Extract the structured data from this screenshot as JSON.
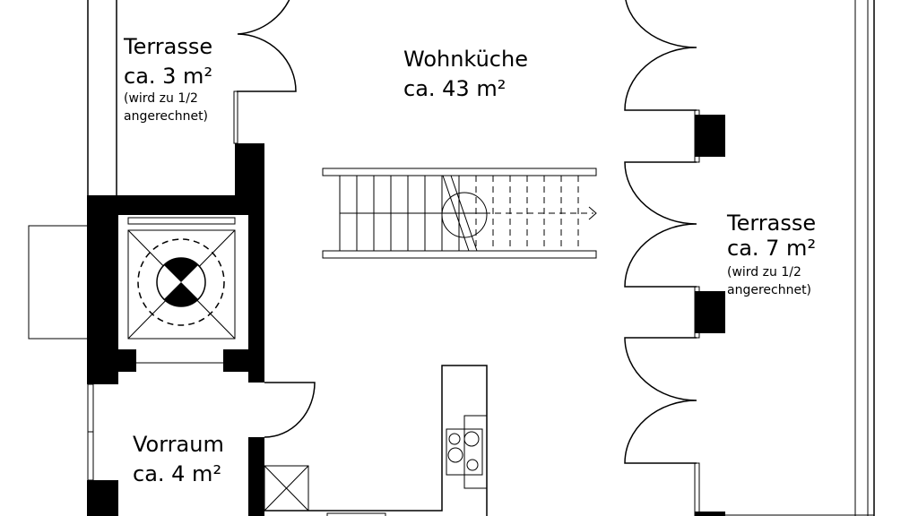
{
  "rooms": {
    "terrace_left": {
      "name": "Terrasse",
      "area": "ca. 3 m²",
      "note_line1": "(wird zu 1/2",
      "note_line2": "angerechnet)"
    },
    "living_kitchen": {
      "name": "Wohnküche",
      "area": "ca. 43 m²"
    },
    "terrace_right": {
      "name": "Terrasse",
      "area": "ca. 7 m²",
      "note_line1": "(wird zu 1/2",
      "note_line2": "angerechnet)"
    },
    "hallway": {
      "name": "Vorraum",
      "area": "ca. 4 m²"
    }
  },
  "colors": {
    "wall": "#000000",
    "background": "#ffffff"
  }
}
